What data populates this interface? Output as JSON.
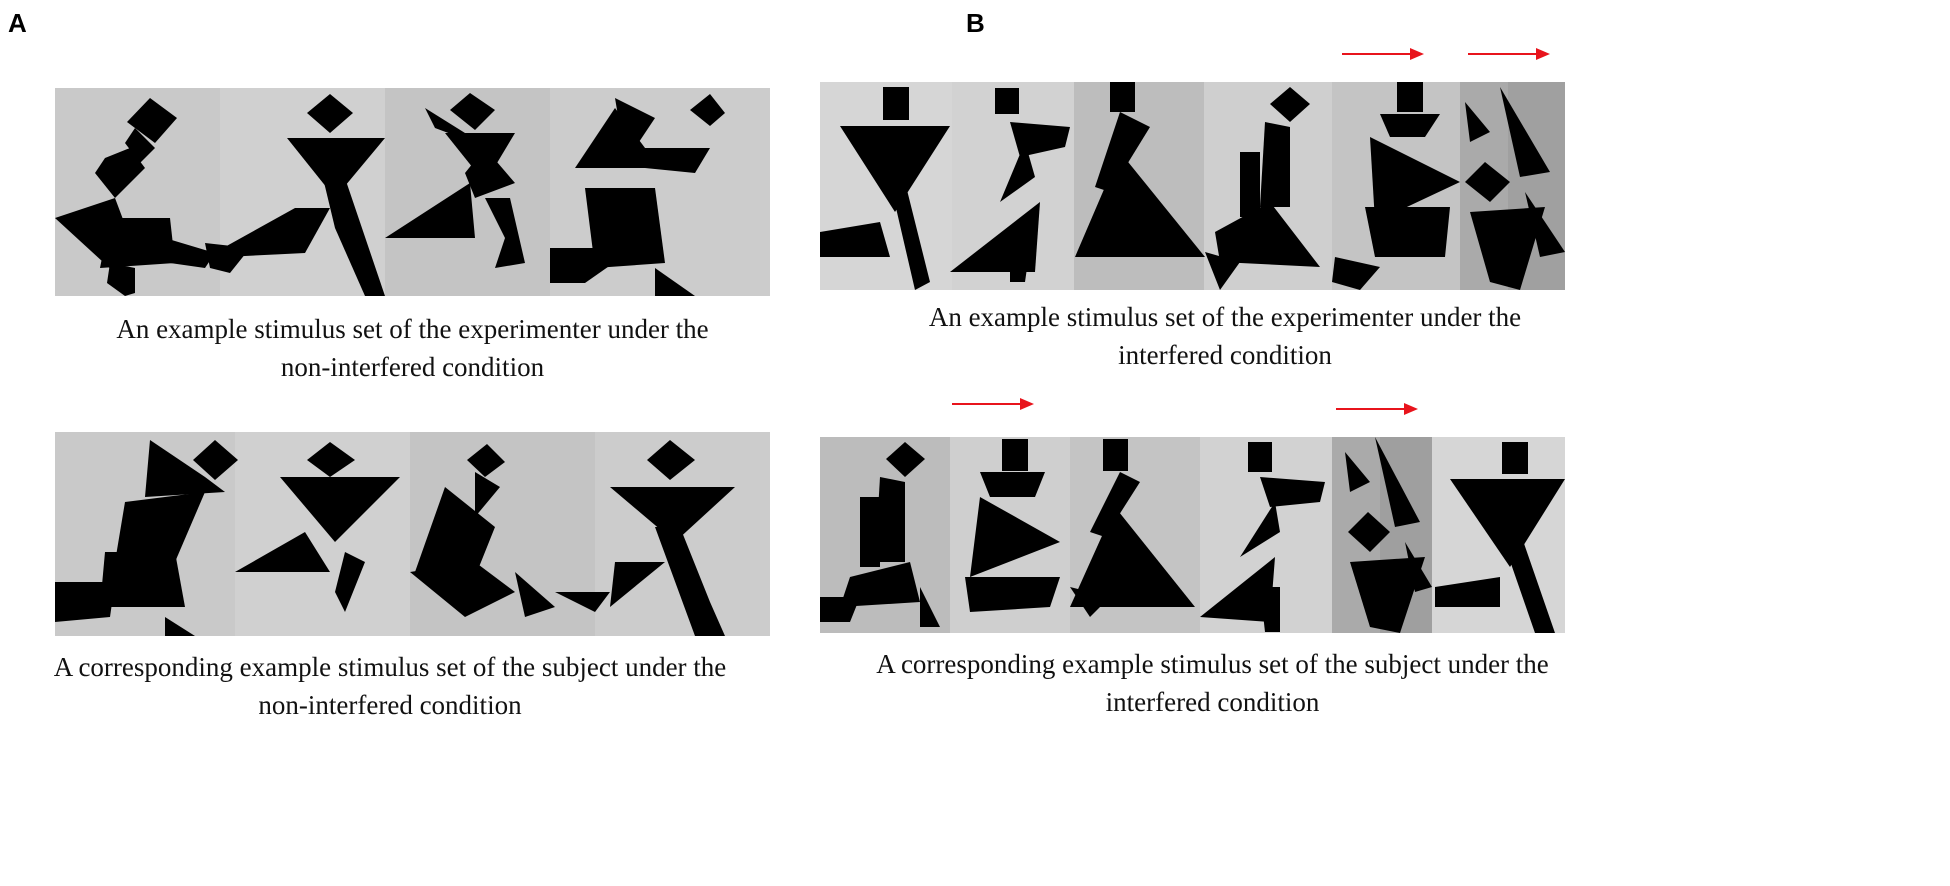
{
  "panels": {
    "a": {
      "label": "A",
      "top_caption_line1": "An example stimulus set of the experimenter under the",
      "top_caption_line2": "non-interfered condition",
      "bottom_caption_line1": "A corresponding example stimulus set of the subject under the",
      "bottom_caption_line2": "non-interfered condition"
    },
    "b": {
      "label": "B",
      "top_caption_line1": "An example stimulus set of the experimenter under the",
      "top_caption_line2": "interfered condition",
      "bottom_caption_line1": "A corresponding example stimulus set of the subject under the",
      "bottom_caption_line2": "interfered condition"
    }
  },
  "colors": {
    "figure": "#000000",
    "tile_light": "#d3d3d3",
    "tile_mid": "#c4c4c4",
    "tile_dark": "#ababab",
    "arrow": "#e8141c"
  },
  "icons": [
    "tangram-figure-icon",
    "right-arrow-icon"
  ]
}
